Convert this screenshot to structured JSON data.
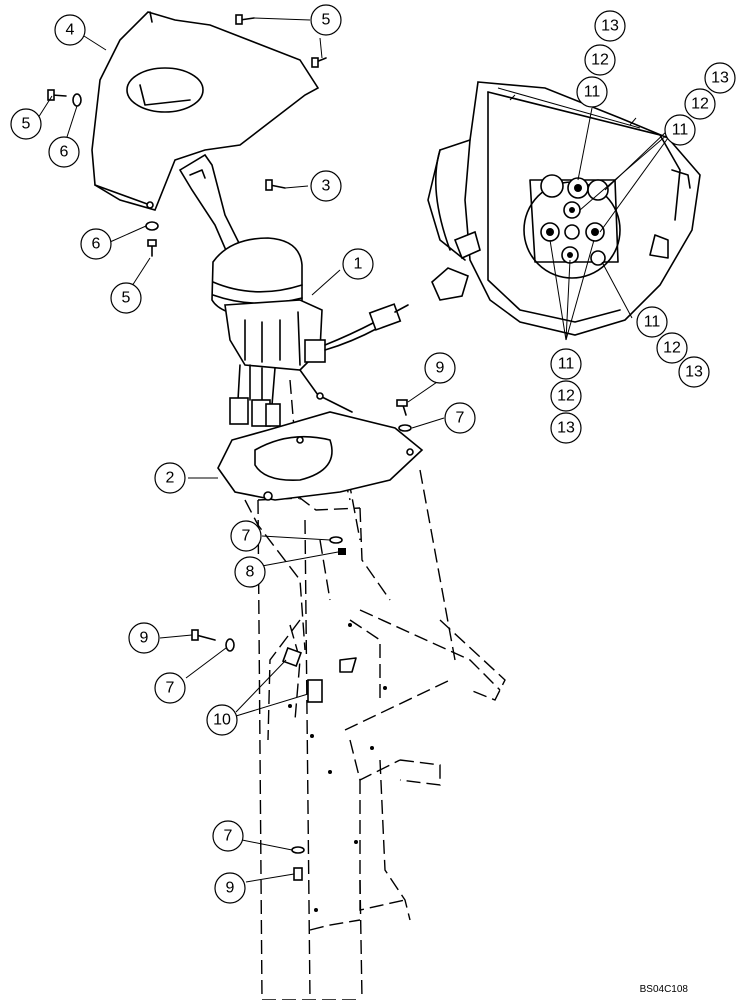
{
  "drawing_code": "BS04C108",
  "callouts": [
    {
      "label": "1"
    },
    {
      "label": "2"
    },
    {
      "label": "3"
    },
    {
      "label": "4"
    },
    {
      "label": "5"
    },
    {
      "label": "5"
    },
    {
      "label": "5"
    },
    {
      "label": "6"
    },
    {
      "label": "6"
    },
    {
      "label": "7"
    },
    {
      "label": "7"
    },
    {
      "label": "7"
    },
    {
      "label": "7"
    },
    {
      "label": "8"
    },
    {
      "label": "9"
    },
    {
      "label": "9"
    },
    {
      "label": "9"
    },
    {
      "label": "10"
    },
    {
      "label": "13"
    },
    {
      "label": "12"
    },
    {
      "label": "11"
    },
    {
      "label": "13"
    },
    {
      "label": "12"
    },
    {
      "label": "11"
    },
    {
      "label": "11"
    },
    {
      "label": "12"
    },
    {
      "label": "13"
    },
    {
      "label": "11"
    },
    {
      "label": "12"
    },
    {
      "label": "13"
    }
  ]
}
